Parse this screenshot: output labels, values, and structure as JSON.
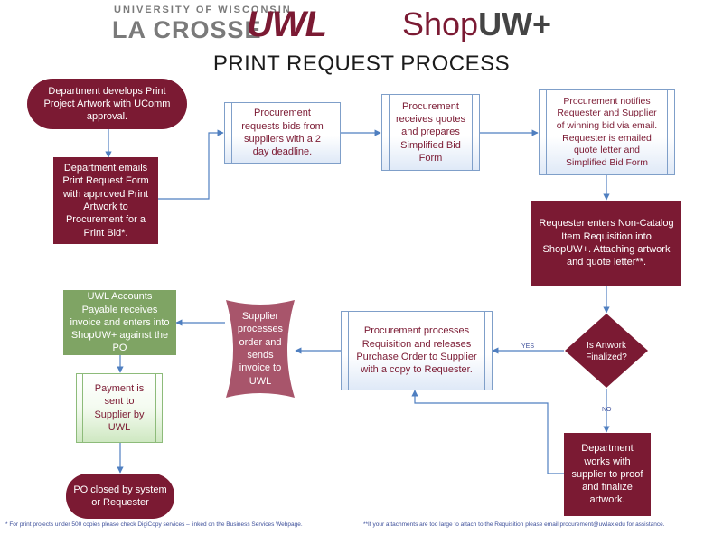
{
  "header": {
    "logo_line1": "UNIVERSITY OF WISCONSIN",
    "logo_line2": "LA CROSSE",
    "logo_mark": "UWL",
    "shop_prefix": "Shop",
    "shop_suffix": "UW+",
    "title": "PRINT REQUEST PROCESS"
  },
  "nodes": {
    "develop": "Department develops Print Project Artwork with UComm approval.",
    "email": "Department emails Print Request Form with approved Print Artwork to Procurement for a Print Bid*.",
    "request_bids": "Procurement requests bids from suppliers with a 2 day deadline.",
    "receive_quotes": "Procurement receives quotes and prepares Simplified Bid Form",
    "notify": "Procurement notifies Requester and Supplier of winning bid via email. Requester is emailed quote letter and Simplified Bid Form",
    "requisition": "Requester enters Non-Catalog Item Requisition into ShopUW+. Attaching artwork and quote letter**.",
    "decision": "Is Artwork Finalized?",
    "yes_label": "YES",
    "no_label": "NO",
    "proof": "Department works with supplier to proof and finalize artwork.",
    "release_po": "Procurement processes Requisition and releases Purchase Order to Supplier with a copy to Requester.",
    "supplier_invoice": "Supplier processes order and sends invoice to UWL",
    "accounts_payable": "UWL Accounts Payable receives invoice and enters into ShopUW+ against the PO",
    "payment": "Payment is sent to Supplier by UWL",
    "po_closed": "PO closed by system or Requester"
  },
  "footnotes": {
    "left": "* For print projects under 500 copies please check DigiCopy services – linked on the Business Services Webpage.",
    "right": "**If your attachments are too large to attach to the Requisition please email procurement@uwlax.edu for assistance."
  },
  "colors": {
    "maroon": "#7b1a33",
    "connector": "#4f7fc0",
    "green": "#7fa464",
    "process_border": "#7f9fc9"
  }
}
